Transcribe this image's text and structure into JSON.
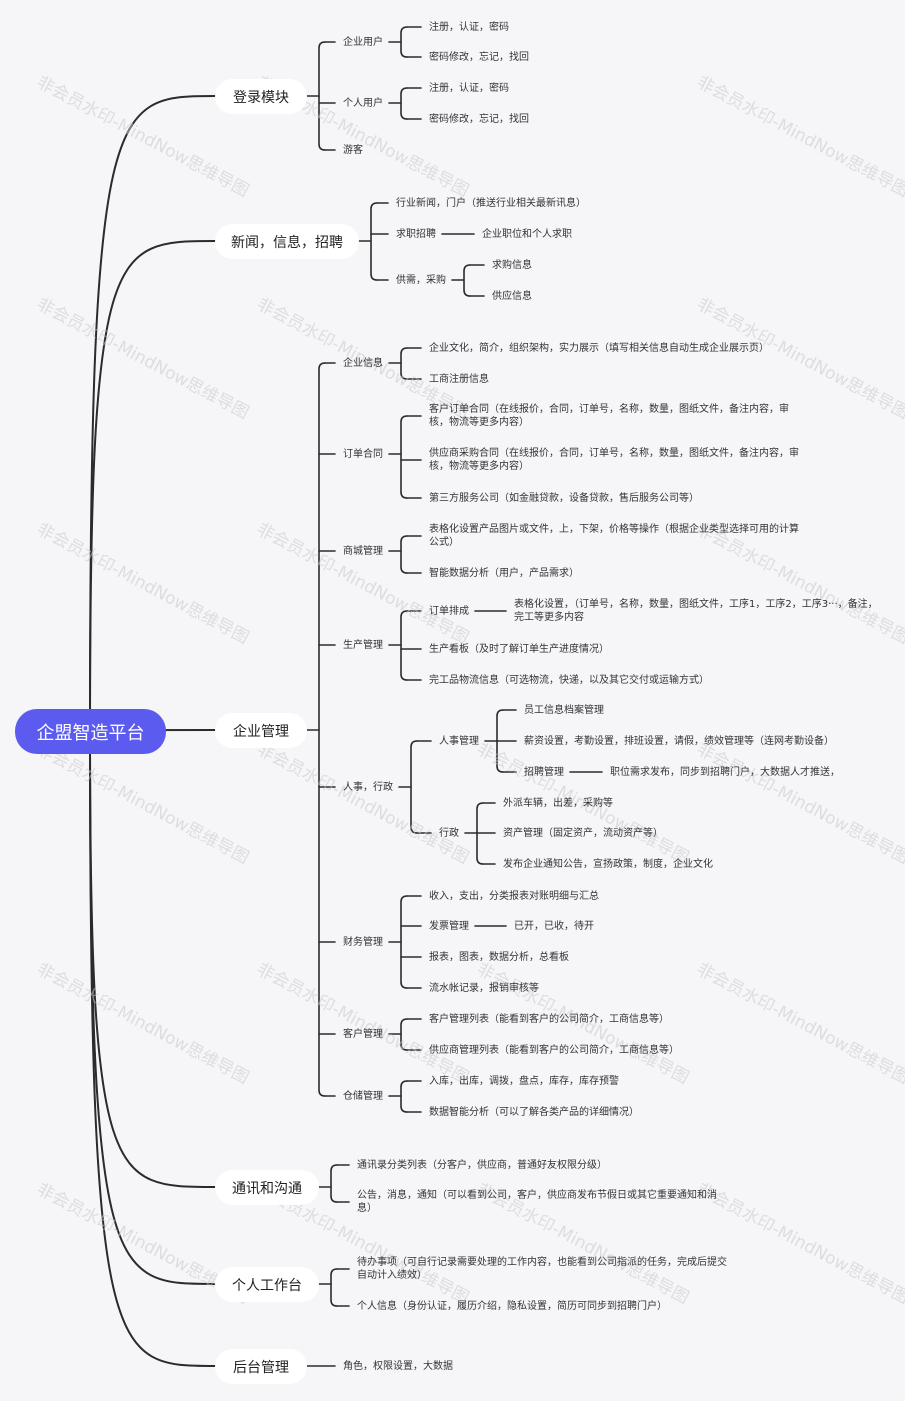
{
  "watermark": "非会员水印-MindNow思维导图",
  "root": "企盟智造平台",
  "branches": [
    {
      "label": "登录模块",
      "children": [
        {
          "label": "企业用户",
          "children": [
            {
              "label": "注册，认证，密码"
            },
            {
              "label": "密码修改，忘记，找回"
            }
          ]
        },
        {
          "label": "个人用户",
          "children": [
            {
              "label": "注册，认证，密码"
            },
            {
              "label": "密码修改，忘记，找回"
            }
          ]
        },
        {
          "label": "游客"
        }
      ]
    },
    {
      "label": "新闻，信息，招聘",
      "children": [
        {
          "label": "行业新闻，门户（推送行业相关最新讯息）"
        },
        {
          "label": "求职招聘",
          "children": [
            {
              "label": "企业职位和个人求职"
            }
          ]
        },
        {
          "label": "供需，采购",
          "children": [
            {
              "label": "求购信息"
            },
            {
              "label": "供应信息"
            }
          ]
        }
      ]
    },
    {
      "label": "企业管理",
      "children": [
        {
          "label": "企业信息",
          "children": [
            {
              "label": "企业文化，简介，组织架构，实力展示（填写相关信息自动生成企业展示页）"
            },
            {
              "label": "工商注册信息"
            }
          ]
        },
        {
          "label": "订单合同",
          "children": [
            {
              "label": "客户订单合同（在线报价，合同，订单号，名称，数量，图纸文件，备注内容，审核，物流等更多内容）"
            },
            {
              "label": "供应商采购合同（在线报价，合同，订单号，名称，数量，图纸文件，备注内容，审核，物流等更多内容）"
            },
            {
              "label": "第三方服务公司（如金融贷款，设备贷款，售后服务公司等）"
            }
          ]
        },
        {
          "label": "商城管理",
          "children": [
            {
              "label": "表格化设置产品图片或文件，上，下架，价格等操作（根据企业类型选择可用的计算公式）"
            },
            {
              "label": "智能数据分析（用户，产品需求）"
            }
          ]
        },
        {
          "label": "生产管理",
          "children": [
            {
              "label": "订单排成",
              "children": [
                {
                  "label": "表格化设置，（订单号，名称，数量，图纸文件，工序1，工序2，工序3···，备注，完工等更多内容"
                }
              ]
            },
            {
              "label": "生产看板（及时了解订单生产进度情况）"
            },
            {
              "label": "完工品物流信息（可选物流，快递，以及其它交付或运输方式）"
            }
          ]
        },
        {
          "label": "人事，行政",
          "children": [
            {
              "label": "人事管理",
              "children": [
                {
                  "label": "员工信息档案管理"
                },
                {
                  "label": "薪资设置，考勤设置，排班设置，请假，绩效管理等（连网考勤设备）"
                },
                {
                  "label": "招聘管理",
                  "children": [
                    {
                      "label": "职位需求发布，同步到招聘门户，大数据人才推送，"
                    }
                  ]
                }
              ]
            },
            {
              "label": "行政",
              "children": [
                {
                  "label": "外派车辆，出差，采购等"
                },
                {
                  "label": "资产管理（固定资产，流动资产等）"
                },
                {
                  "label": "发布企业通知公告，宣扬政策，制度，企业文化"
                }
              ]
            }
          ]
        },
        {
          "label": "财务管理",
          "children": [
            {
              "label": "收入，支出，分类报表对账明细与汇总"
            },
            {
              "label": "发票管理",
              "children": [
                {
                  "label": "已开，已收，待开"
                }
              ]
            },
            {
              "label": "报表，图表，数据分析，总看板"
            },
            {
              "label": "流水帐记录，报销审核等"
            }
          ]
        },
        {
          "label": "客户管理",
          "children": [
            {
              "label": "客户管理列表（能看到客户的公司简介，工商信息等）"
            },
            {
              "label": "供应商管理列表（能看到客户的公司简介，工商信息等）"
            }
          ]
        },
        {
          "label": "仓储管理",
          "children": [
            {
              "label": "入库，出库，调拨，盘点，库存，库存预警"
            },
            {
              "label": "数据智能分析（可以了解各类产品的详细情况）"
            }
          ]
        }
      ]
    },
    {
      "label": "通讯和沟通",
      "children": [
        {
          "label": "通讯录分类列表（分客户，供应商，普通好友权限分级）"
        },
        {
          "label": "公告，消息，通知（可以看到公司，客户，供应商发布节假日或其它重要通知和消息）"
        }
      ]
    },
    {
      "label": "个人工作台",
      "children": [
        {
          "label": "待办事项（可自行记录需要处理的工作内容，也能看到公司指派的任务，完成后提交自动计入绩效）"
        },
        {
          "label": "个人信息（身份认证，履历介绍，隐私设置，简历可同步到招聘门户）"
        }
      ]
    },
    {
      "label": "后台管理",
      "children": [
        {
          "label": "角色，权限设置，大数据"
        }
      ]
    }
  ]
}
